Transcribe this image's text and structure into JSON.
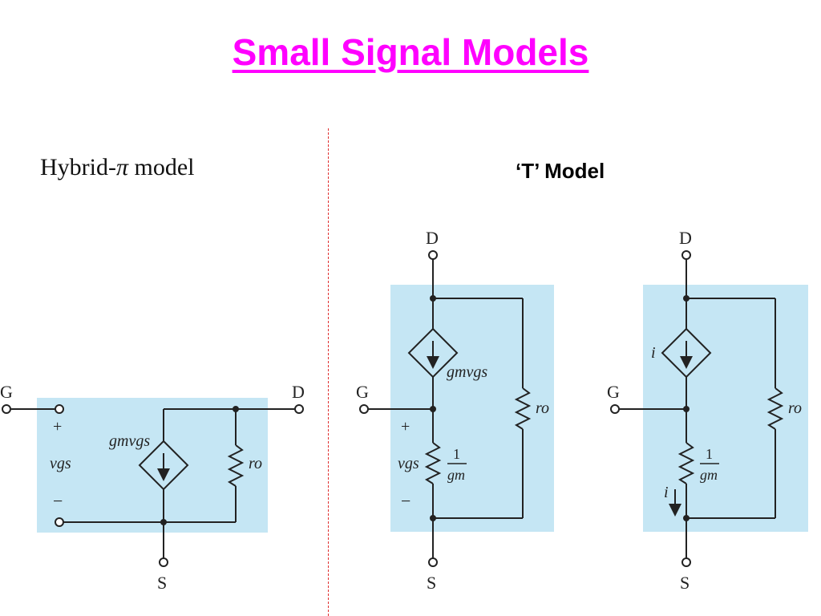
{
  "title": "Small Signal Models",
  "hybrid": {
    "label_prefix": "Hybrid-",
    "label_pi": "π",
    "label_suffix": " model",
    "terminals": {
      "gate": "G",
      "drain": "D",
      "source": "S"
    },
    "plus": "+",
    "minus": "−",
    "vgs": "vgs",
    "source_label": "gmvgs",
    "ro": "ro"
  },
  "t_model": {
    "label": "‘T’ Model",
    "left": {
      "terminals": {
        "gate": "G",
        "drain": "D",
        "source": "S"
      },
      "plus": "+",
      "minus": "−",
      "vgs": "vgs",
      "source_label": "gmvgs",
      "ro": "ro",
      "res_num": "1",
      "res_den": "gm"
    },
    "right": {
      "terminals": {
        "gate": "G",
        "drain": "D",
        "source": "S"
      },
      "current_top": "i",
      "current_bottom": "i",
      "ro": "ro",
      "res_num": "1",
      "res_den": "gm"
    }
  },
  "colors": {
    "title": "#ff00ff",
    "panel": "#c5e6f4",
    "divider": "#e03030",
    "wire": "#222222"
  }
}
